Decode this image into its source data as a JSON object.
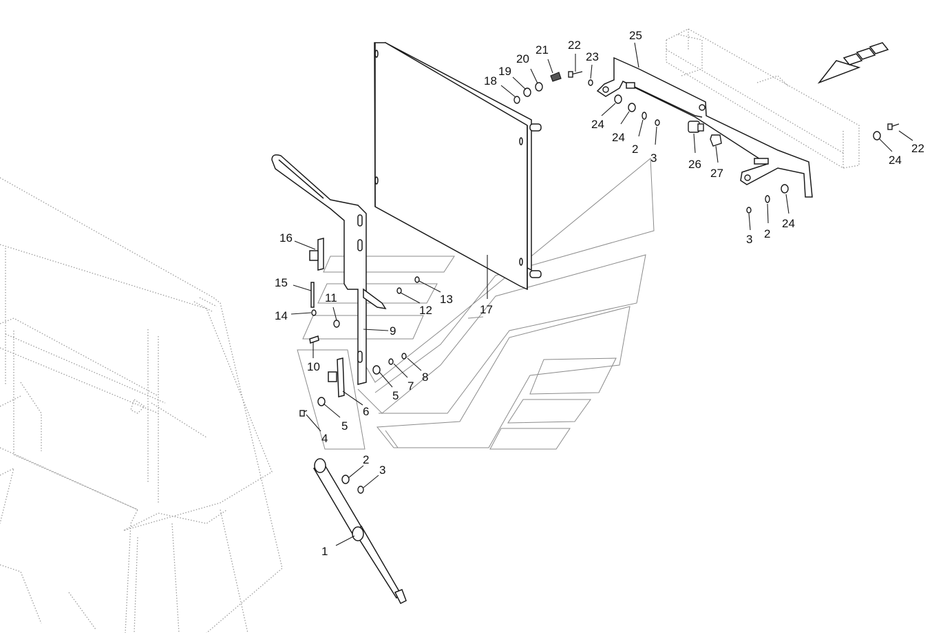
{
  "callouts": [
    {
      "id": "c1",
      "text": "1"
    },
    {
      "id": "c2a",
      "text": "2"
    },
    {
      "id": "c3a",
      "text": "3"
    },
    {
      "id": "c4",
      "text": "4"
    },
    {
      "id": "c5a",
      "text": "5"
    },
    {
      "id": "c5b",
      "text": "5"
    },
    {
      "id": "c6",
      "text": "6"
    },
    {
      "id": "c7",
      "text": "7"
    },
    {
      "id": "c8",
      "text": "8"
    },
    {
      "id": "c9",
      "text": "9"
    },
    {
      "id": "c10",
      "text": "10"
    },
    {
      "id": "c11",
      "text": "11"
    },
    {
      "id": "c12",
      "text": "12"
    },
    {
      "id": "c13",
      "text": "13"
    },
    {
      "id": "c14",
      "text": "14"
    },
    {
      "id": "c15",
      "text": "15"
    },
    {
      "id": "c16",
      "text": "16"
    },
    {
      "id": "c17",
      "text": "17"
    },
    {
      "id": "c18",
      "text": "18"
    },
    {
      "id": "c19",
      "text": "19"
    },
    {
      "id": "c20",
      "text": "20"
    },
    {
      "id": "c21",
      "text": "21"
    },
    {
      "id": "c22a",
      "text": "22"
    },
    {
      "id": "c23",
      "text": "23"
    },
    {
      "id": "c24a",
      "text": "24"
    },
    {
      "id": "c24b",
      "text": "24"
    },
    {
      "id": "c2b",
      "text": "2"
    },
    {
      "id": "c3b",
      "text": "3"
    },
    {
      "id": "c25",
      "text": "25"
    },
    {
      "id": "c26",
      "text": "26"
    },
    {
      "id": "c27",
      "text": "27"
    },
    {
      "id": "c24c",
      "text": "24"
    },
    {
      "id": "c22b",
      "text": "22"
    },
    {
      "id": "c24d",
      "text": "24"
    },
    {
      "id": "c2c",
      "text": "2"
    },
    {
      "id": "c3c",
      "text": "3"
    }
  ]
}
